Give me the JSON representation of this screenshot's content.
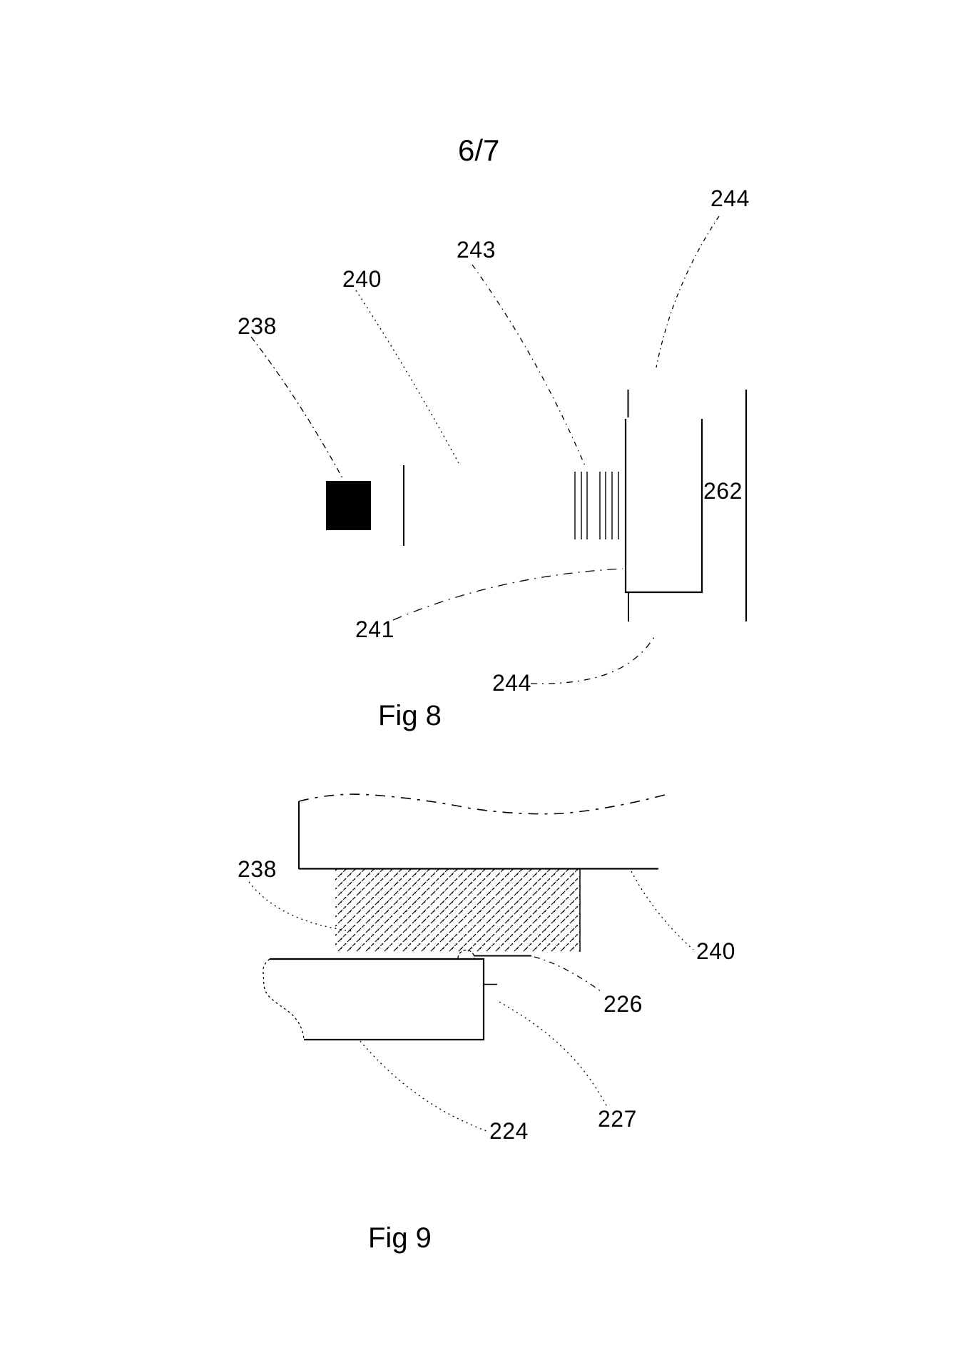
{
  "colors": {
    "ink": "#000000",
    "paper": "#ffffff"
  },
  "page": {
    "sheet_index": "6/7"
  },
  "fig8": {
    "caption": "Fig 8",
    "labels": {
      "l244_top": "244",
      "l243": "243",
      "l240": "240",
      "l238": "238",
      "l262": "262",
      "l241": "241",
      "l244_bottom": "244"
    }
  },
  "fig9": {
    "caption": "Fig 9",
    "labels": {
      "l238": "238",
      "l240": "240",
      "l226": "226",
      "l227": "227",
      "l224": "224"
    }
  }
}
